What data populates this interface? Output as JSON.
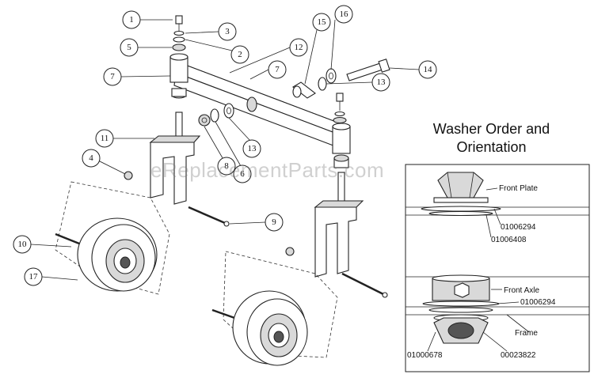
{
  "watermark": "eReplacementParts.com",
  "washer_panel": {
    "title_line1": "Washer Order and",
    "title_line2": "Orientation",
    "labels": {
      "front_plate": "Front Plate",
      "p01006294_top": "01006294",
      "p01006408": "01006408",
      "front_axle": "Front Axle",
      "p01006294_mid": "01006294",
      "frame": "Frame",
      "p01000678": "01000678",
      "p00023822": "00023822"
    }
  },
  "callouts": {
    "c1": "1",
    "c2": "2",
    "c3": "3",
    "c4": "4",
    "c5": "5",
    "c6": "6",
    "c7a": "7",
    "c7b": "7",
    "c8": "8",
    "c9": "9",
    "c10": "10",
    "c11": "11",
    "c12": "12",
    "c13a": "13",
    "c13b": "13",
    "c14": "14",
    "c15": "15",
    "c16": "16",
    "c17": "17"
  }
}
